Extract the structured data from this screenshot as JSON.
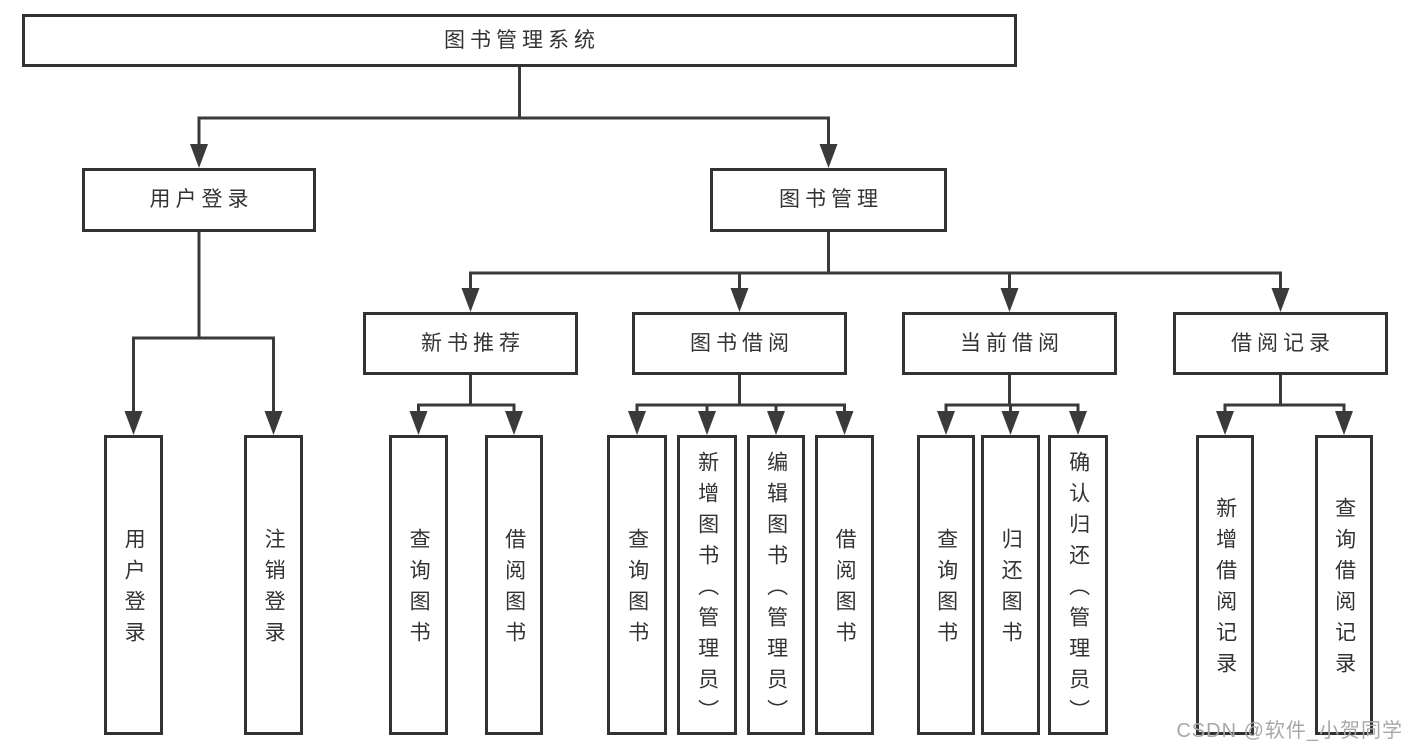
{
  "tree": {
    "label": "图书管理系统",
    "children": [
      {
        "label": "用户登录",
        "children": [
          {
            "label": "用户登录"
          },
          {
            "label": "注销登录"
          }
        ]
      },
      {
        "label": "图书管理",
        "children": [
          {
            "label": "新书推荐",
            "children": [
              {
                "label": "查询图书"
              },
              {
                "label": "借阅图书"
              }
            ]
          },
          {
            "label": "图书借阅",
            "children": [
              {
                "label": "查询图书"
              },
              {
                "label": "新增图书（管理员）"
              },
              {
                "label": "编辑图书（管理员）"
              },
              {
                "label": "借阅图书"
              }
            ]
          },
          {
            "label": "当前借阅",
            "children": [
              {
                "label": "查询图书"
              },
              {
                "label": "归还图书"
              },
              {
                "label": "确认归还（管理员）"
              }
            ]
          },
          {
            "label": "借阅记录",
            "children": [
              {
                "label": "新增借阅记录"
              },
              {
                "label": "查询借阅记录"
              }
            ]
          }
        ]
      }
    ]
  },
  "watermark": {
    "text": "CSDN @软件_小贺同学"
  },
  "colors": {
    "line": "#3a3a3a",
    "border": "#323232",
    "text": "#333333",
    "watermark": "#a8a8a8"
  }
}
